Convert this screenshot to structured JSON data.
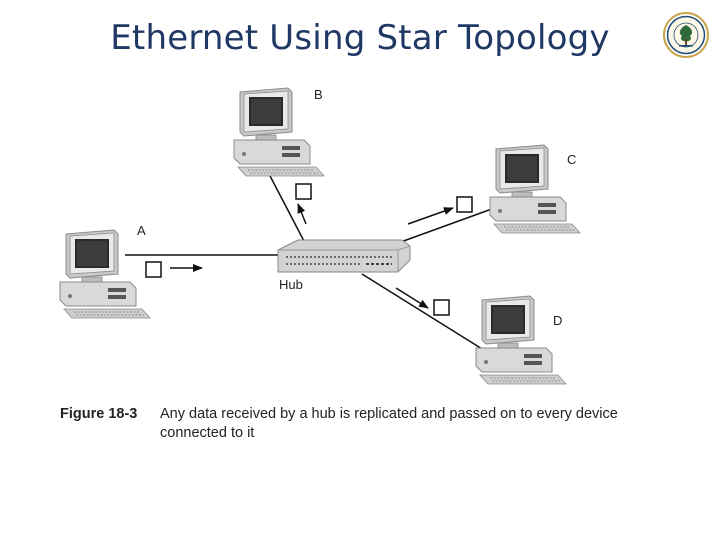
{
  "slide": {
    "title": "Ethernet Using Star Topology"
  },
  "logo": {
    "name": "university-seal",
    "color": "#1f4e79",
    "ring_color": "#c9a44a"
  },
  "diagram": {
    "hub_label": "Hub",
    "computers": [
      {
        "id": "A",
        "label": "A"
      },
      {
        "id": "B",
        "label": "B"
      },
      {
        "id": "C",
        "label": "C"
      },
      {
        "id": "D",
        "label": "D"
      }
    ]
  },
  "figure": {
    "label": "Figure 18-3",
    "caption": "Any data received by a hub is replicated and passed on to every device connected to it"
  },
  "colors": {
    "title": "#1f3864",
    "line": "#111111",
    "computer_body": "#d6d6d6",
    "screen": "#2b2b2b"
  }
}
